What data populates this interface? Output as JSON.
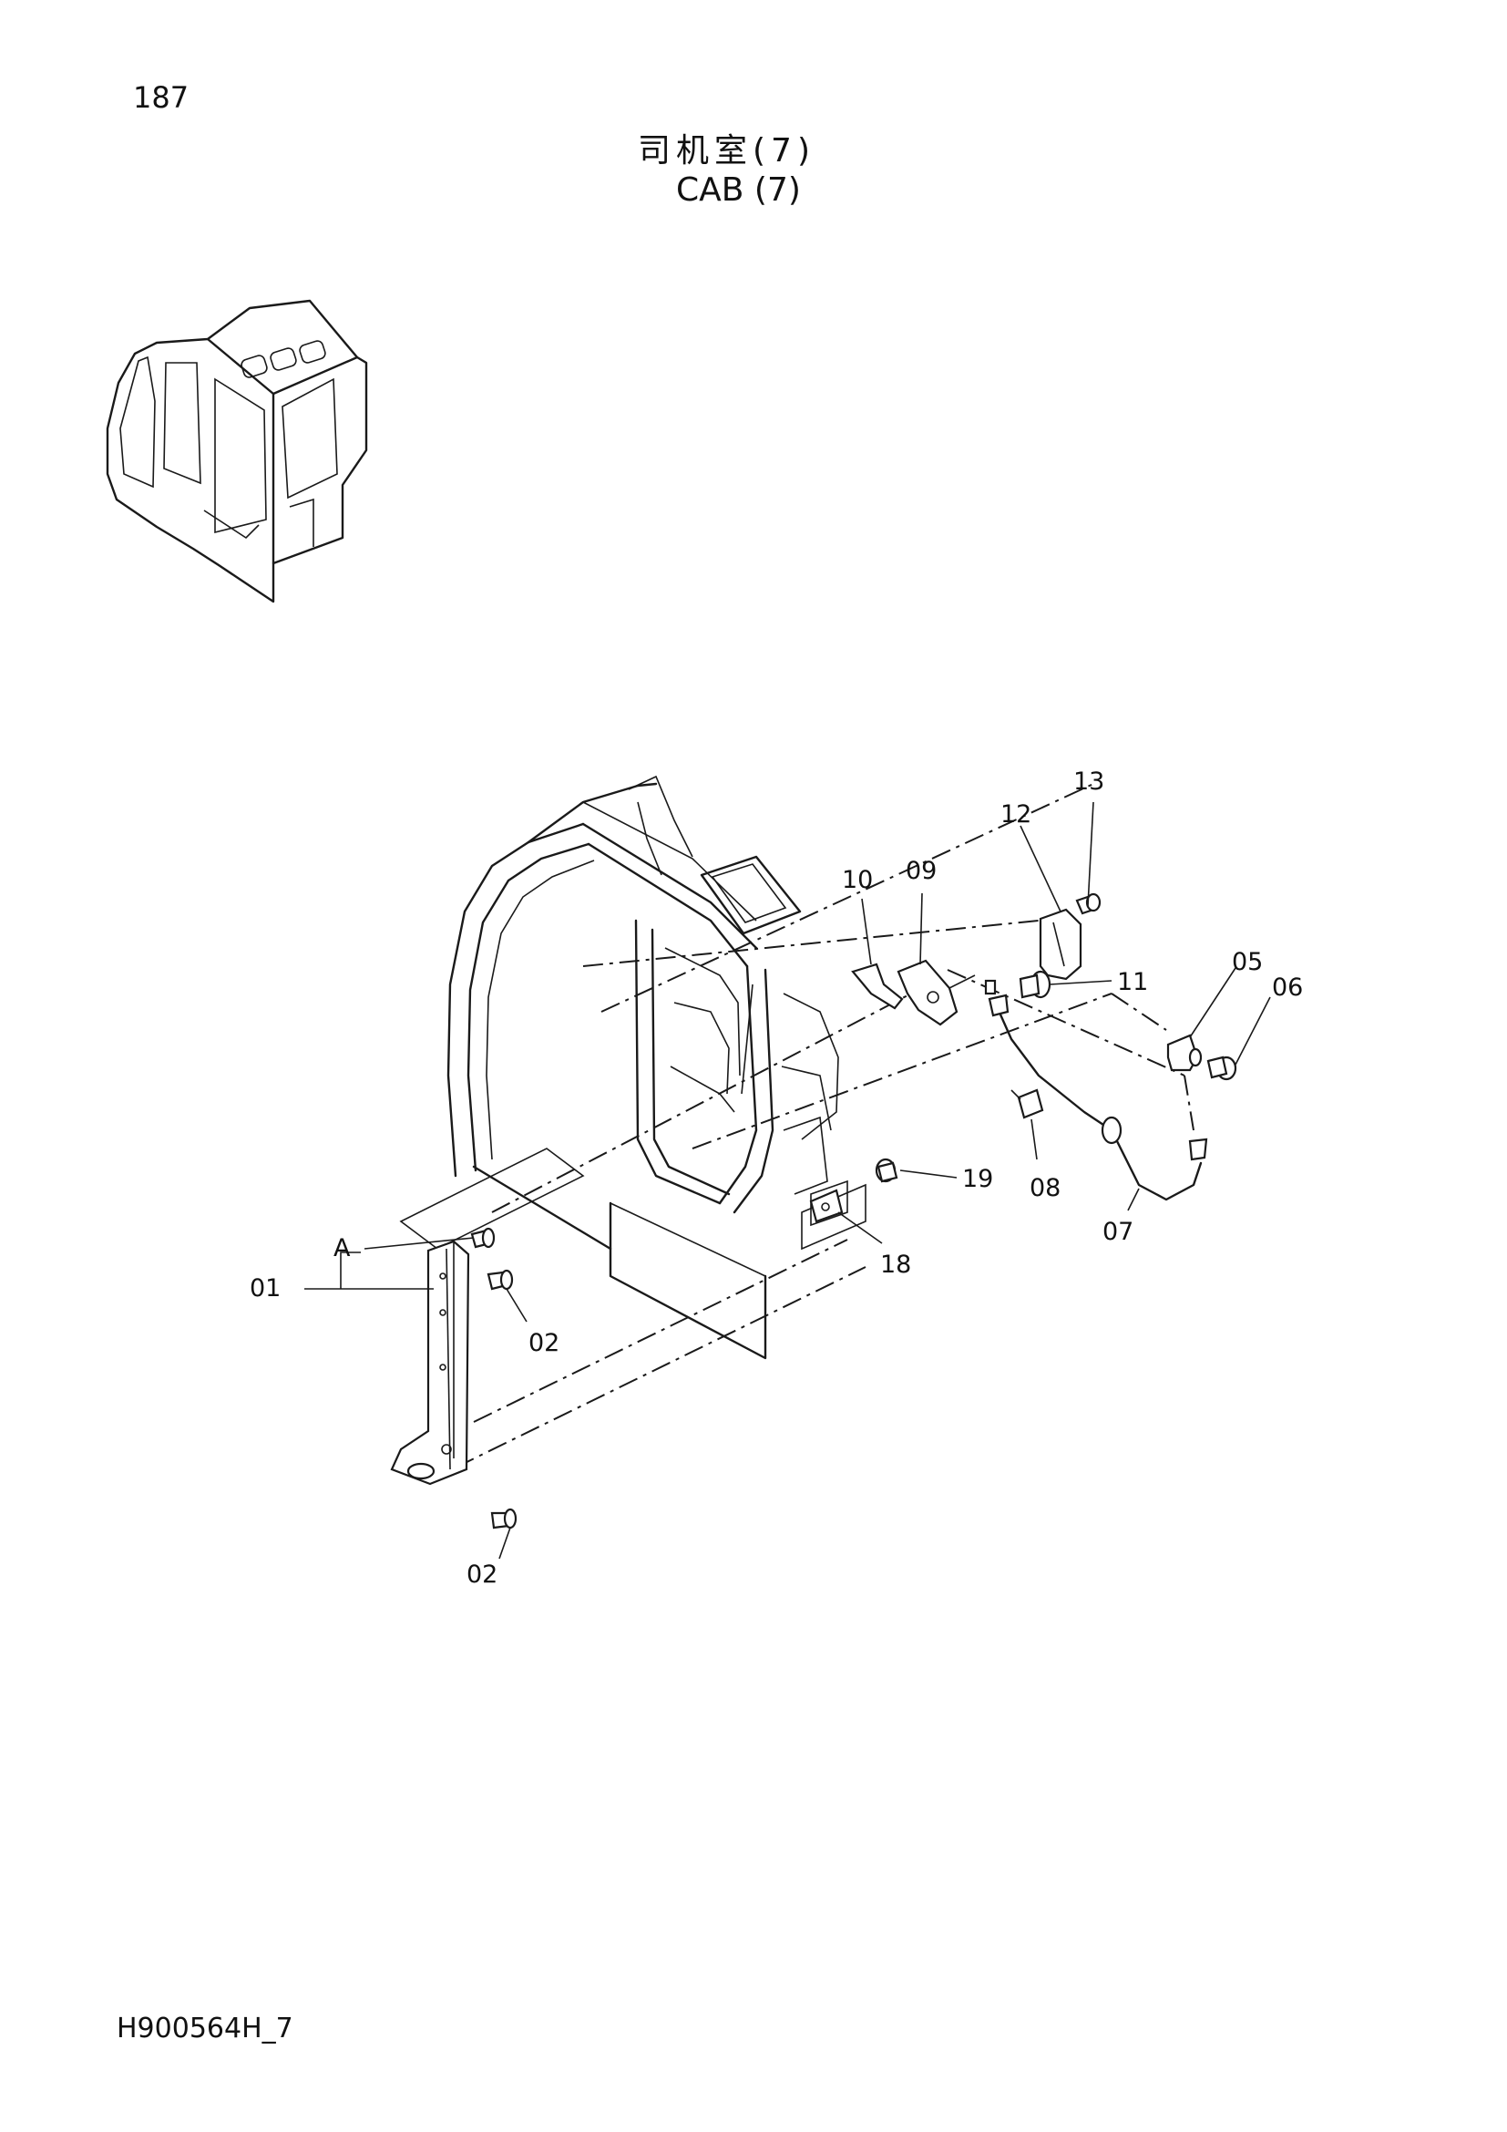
{
  "header": {
    "page_number": "187",
    "title_zh": "司机室(7)",
    "title_en": "CAB (7)"
  },
  "callouts": {
    "c01": "01",
    "c02a": "02",
    "c02b": "02",
    "c05": "05",
    "c06": "06",
    "c07": "07",
    "c08": "08",
    "c09": "09",
    "c10": "10",
    "c11": "11",
    "c12": "12",
    "c13": "13",
    "c18": "18",
    "c19": "19",
    "cA": "A"
  },
  "footer": {
    "drawing_code": "H900564H_7"
  }
}
